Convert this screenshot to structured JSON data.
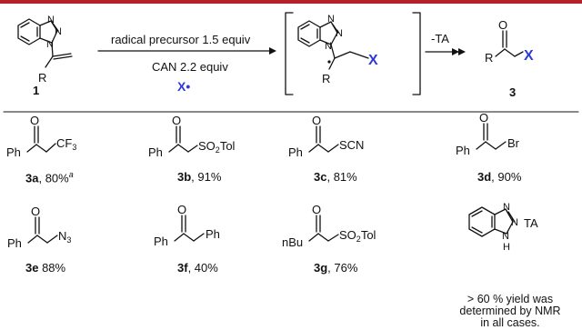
{
  "scheme": {
    "compound_1": "1",
    "conditions": [
      "radical precursor 1.5 equiv",
      "CAN 2.2 equiv"
    ],
    "radical": "X•",
    "byproduct": "-TA",
    "product_3": "3"
  },
  "products": [
    {
      "id": "3a",
      "yield": ", 80%",
      "sup": "a"
    },
    {
      "id": "3b",
      "yield": ", 91%",
      "sup": ""
    },
    {
      "id": "3c",
      "yield": ", 81%",
      "sup": ""
    },
    {
      "id": "3d",
      "yield": ", 90%",
      "sup": ""
    },
    {
      "id": "3e",
      "yield": " 88%",
      "sup": ""
    },
    {
      "id": "3f",
      "yield": ", 40%",
      "sup": ""
    },
    {
      "id": "3g",
      "yield": ", 76%",
      "sup": ""
    }
  ],
  "ta_label": "TA",
  "note_lines": [
    "> 60 % yield was",
    "determined by NMR",
    "in all cases."
  ]
}
